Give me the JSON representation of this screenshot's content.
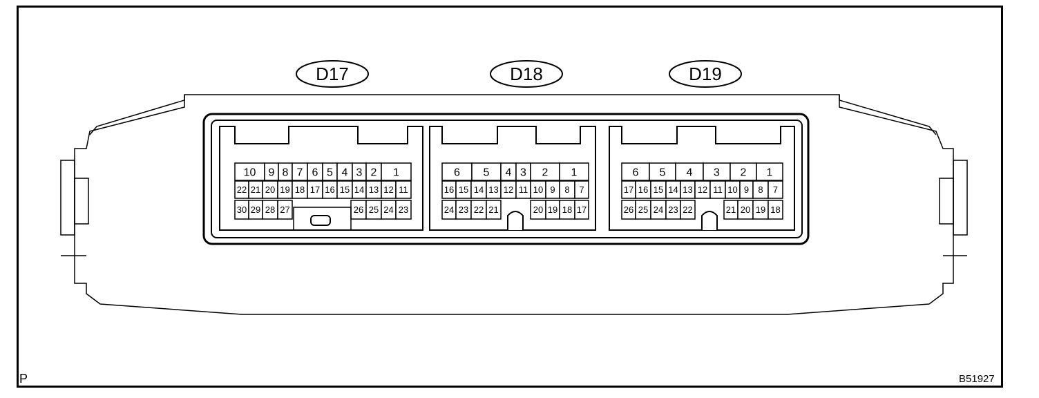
{
  "connectors": [
    {
      "id": "D17",
      "rows": [
        [
          "10",
          "9",
          "8",
          "7",
          "6",
          "5",
          "4",
          "3",
          "2",
          "1"
        ],
        [
          "22",
          "21",
          "20",
          "19",
          "18",
          "17",
          "16",
          "15",
          "14",
          "13",
          "12",
          "11"
        ],
        [
          "30",
          "29",
          "28",
          "27",
          "26",
          "25",
          "24",
          "23"
        ]
      ]
    },
    {
      "id": "D18",
      "rows": [
        [
          "6",
          "5",
          "4",
          "3",
          "2",
          "1"
        ],
        [
          "16",
          "15",
          "14",
          "13",
          "12",
          "11",
          "10",
          "9",
          "8",
          "7"
        ],
        [
          "24",
          "23",
          "22",
          "21",
          "20",
          "19",
          "18",
          "17"
        ]
      ]
    },
    {
      "id": "D19",
      "rows": [
        [
          "6",
          "5",
          "4",
          "3",
          "2",
          "1"
        ],
        [
          "17",
          "16",
          "15",
          "14",
          "13",
          "12",
          "11",
          "10",
          "9",
          "8",
          "7"
        ],
        [
          "26",
          "25",
          "24",
          "23",
          "22",
          "21",
          "20",
          "19",
          "18"
        ]
      ]
    }
  ],
  "page_marker": "P",
  "figure_code": "B51927"
}
